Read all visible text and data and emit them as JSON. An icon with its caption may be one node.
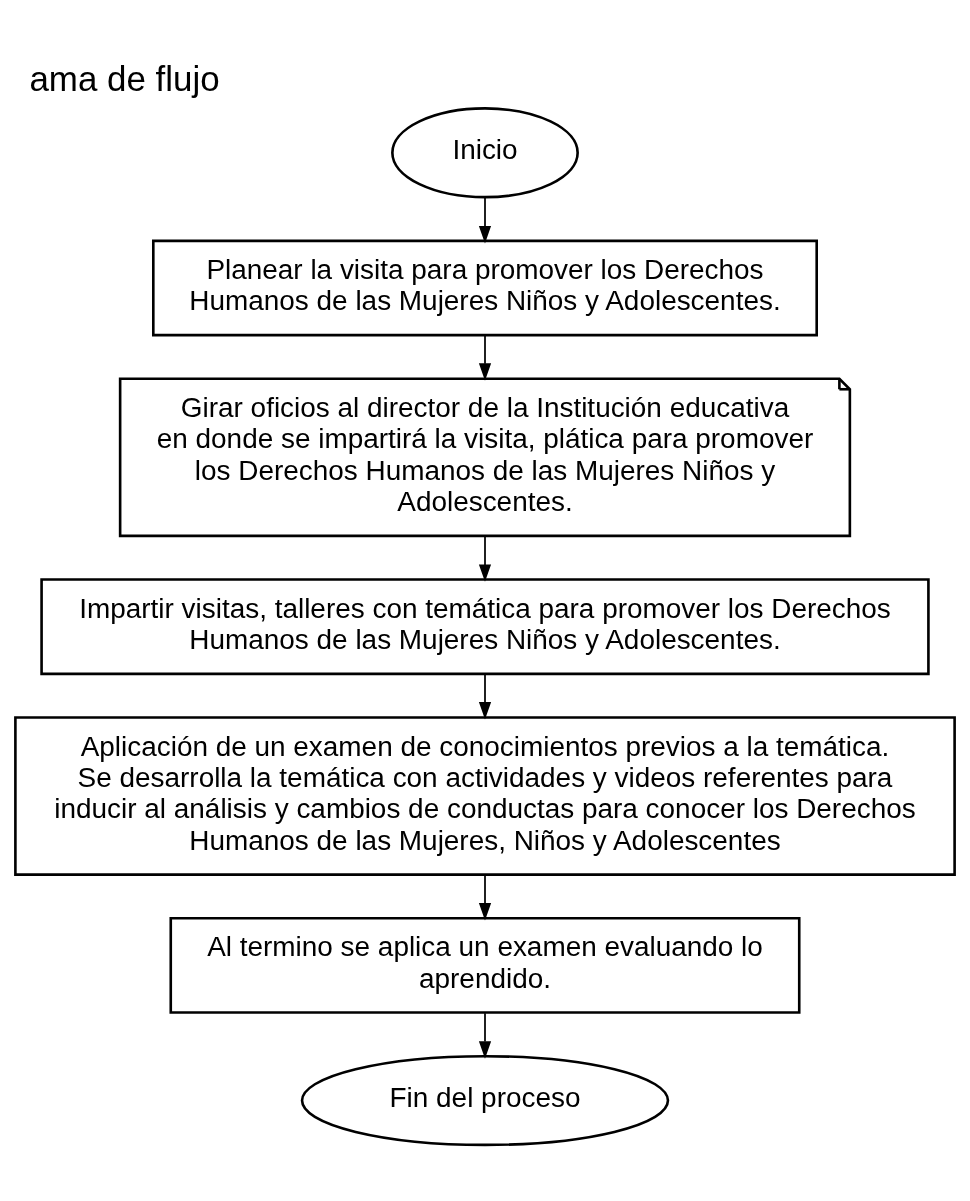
{
  "diagram": {
    "title": "ama de flujo",
    "nodes": [
      {
        "text": [
          "Inicio"
        ]
      },
      {
        "text": [
          "Planear la visita para promover los Derechos Humanos de las Mujeres Niños y Adolescentes."
        ]
      },
      {
        "text": [
          "Girar oficios al director de la Institución educativa en donde se impartirá la visita, plática para promover los Derechos Humanos de las Mujeres Niños y Adolescentes."
        ]
      },
      {
        "text": [
          "Impartir visitas, talleres con temática para promover los Derechos Humanos de las Mujeres Niños y Adolescentes."
        ]
      },
      {
        "text": [
          "Aplicación de un examen de conocimientos previos a la temática.",
          "Se desarrolla la temática con actividades y videos referentes para inducir al análisis y cambios de conductas para conocer los Derechos Humanos de las Mujeres, Niños y Adolescentes"
        ]
      },
      {
        "text": [
          "Al termino se aplica un examen evaluando lo aprendido."
        ]
      },
      {
        "text": [
          "Fin del proceso"
        ]
      }
    ],
    "edges": [
      {
        "from": 0,
        "to": 1,
        "arrow": "to"
      },
      {
        "from": 1,
        "to": 2,
        "arrow": "to"
      },
      {
        "from": 2,
        "to": 3,
        "arrow": "to"
      },
      {
        "from": 3,
        "to": 4,
        "arrow": "to"
      },
      {
        "from": 4,
        "to": 5,
        "arrow": "to"
      },
      {
        "from": 5,
        "to": 6,
        "arrow": "to"
      }
    ]
  }
}
